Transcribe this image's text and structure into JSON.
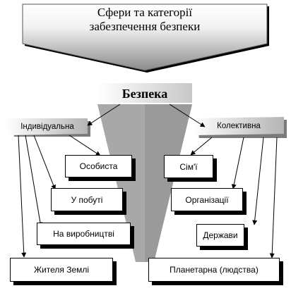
{
  "header": {
    "line1": "Сфери та категорії",
    "line2": "забезпечення безпеки"
  },
  "center": {
    "label": "Безпека"
  },
  "categories": {
    "left": "Індивідуальна",
    "right": "Колективна"
  },
  "left_boxes": [
    "Особиста",
    "У побуті",
    "На виробництві",
    "Жителя Землі"
  ],
  "right_boxes": [
    "Сім'ї",
    "Організації",
    "Держави",
    "Планетарна (людства)"
  ],
  "colors": {
    "funnel": "#a8a8a8",
    "header_gradient_top": "#ffffff",
    "header_gradient_bottom": "#8c8c8c",
    "line": "#000000"
  }
}
